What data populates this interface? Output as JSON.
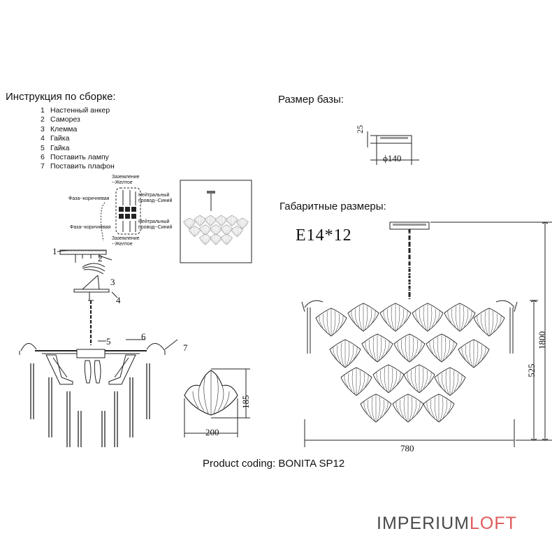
{
  "assembly": {
    "title": "Инструкция по сборке:",
    "steps": [
      {
        "num": "1",
        "text": "Настенный анкер"
      },
      {
        "num": "2",
        "text": "Саморез"
      },
      {
        "num": "3",
        "text": "Клемма"
      },
      {
        "num": "4",
        "text": "Гайка"
      },
      {
        "num": "5",
        "text": "Гайка"
      },
      {
        "num": "6",
        "text": "Поставить лампу"
      },
      {
        "num": "7",
        "text": "Поставить плафон"
      }
    ],
    "callouts": [
      "1",
      "2",
      "3",
      "4",
      "5",
      "6",
      "7"
    ]
  },
  "wiring": {
    "ground_top": "Заземление\n--Желтое",
    "phase_top": "Фаза--коричневая",
    "neutral_top": "Нейтральный\nпровод--Синий",
    "phase_bottom": "Фаза--коричневая",
    "neutral_bottom": "Нейтральный\nпровод--Синий",
    "ground_bottom": "Заземление\n--Желтое"
  },
  "base": {
    "title": "Размер базы:",
    "height": "25",
    "diameter": "ϕ140"
  },
  "overall": {
    "title": "Габаритные размеры:",
    "lamp": "E14*12",
    "height_total": "1800",
    "height_body": "525",
    "width": "780"
  },
  "shade": {
    "height": "185",
    "width": "200"
  },
  "product": {
    "coding": "Product coding: BONITA SP12"
  },
  "brand": {
    "part1": "IMPERIUM",
    "part2": "LOFT",
    "color1": "#4a4a4a",
    "color2": "#e05a5a"
  }
}
